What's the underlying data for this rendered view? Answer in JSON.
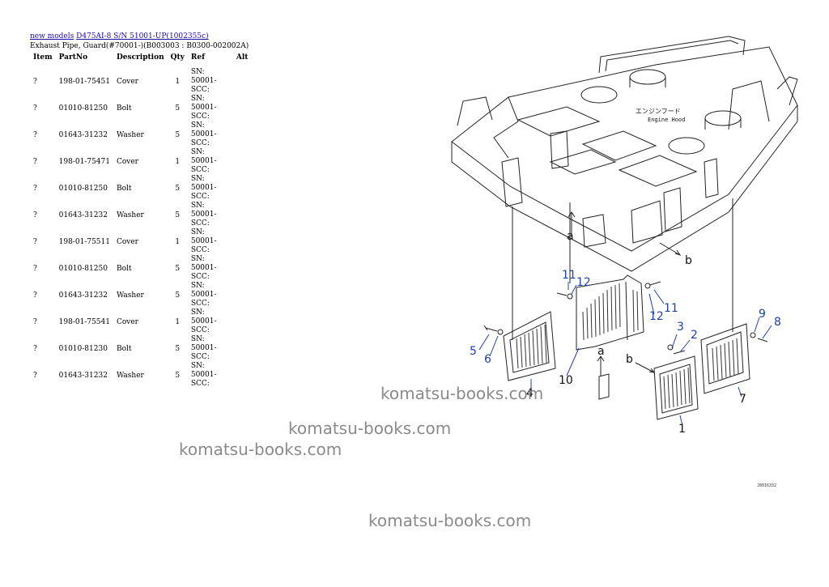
{
  "breadcrumb": {
    "models_link": "new models",
    "model_link": "D475AI-8 S/N 51001-UP(1002355c)"
  },
  "subtitle": "Exhaust Pipe, Guard(#70001-)(B003003 : B0300-002002A)",
  "table": {
    "headers": [
      "Item",
      "PartNo",
      "Description",
      "Qty",
      "Ref",
      "Alt"
    ],
    "rows": [
      {
        "item": "?",
        "part": "198-01-75451",
        "desc": "Cover",
        "qty": "1",
        "ref": "SN: 50001-SCC:"
      },
      {
        "item": "?",
        "part": "01010-81250",
        "desc": "Bolt",
        "qty": "5",
        "ref": "SN: 50001-SCC:"
      },
      {
        "item": "?",
        "part": "01643-31232",
        "desc": "Washer",
        "qty": "5",
        "ref": "SN: 50001-SCC:"
      },
      {
        "item": "?",
        "part": "198-01-75471",
        "desc": "Cover",
        "qty": "1",
        "ref": "SN: 50001-SCC:"
      },
      {
        "item": "?",
        "part": "01010-81250",
        "desc": "Bolt",
        "qty": "5",
        "ref": "SN: 50001-SCC:"
      },
      {
        "item": "?",
        "part": "01643-31232",
        "desc": "Washer",
        "qty": "5",
        "ref": "SN: 50001-SCC:"
      },
      {
        "item": "?",
        "part": "198-01-75511",
        "desc": "Cover",
        "qty": "1",
        "ref": "SN: 50001-SCC:"
      },
      {
        "item": "?",
        "part": "01010-81250",
        "desc": "Bolt",
        "qty": "5",
        "ref": "SN: 50001-SCC:"
      },
      {
        "item": "?",
        "part": "01643-31232",
        "desc": "Washer",
        "qty": "5",
        "ref": "SN: 50001-SCC:"
      },
      {
        "item": "?",
        "part": "198-01-75541",
        "desc": "Cover",
        "qty": "1",
        "ref": "SN: 50001-SCC:"
      },
      {
        "item": "?",
        "part": "01010-81230",
        "desc": "Bolt",
        "qty": "5",
        "ref": "SN: 50001-SCC:"
      },
      {
        "item": "?",
        "part": "01643-31232",
        "desc": "Washer",
        "qty": "5",
        "ref": "SN: 50001-SCC:"
      }
    ]
  },
  "diagram": {
    "hood_jp": "エンジンフード",
    "hood_en": "Engine Hood",
    "callouts": {
      "n1": "1",
      "n2": "2",
      "n3": "3",
      "n4": "4",
      "n5": "5",
      "n6": "6",
      "n7": "7",
      "n8": "8",
      "n9": "9",
      "n10": "10",
      "n11a": "11",
      "n11b": "11",
      "n12a": "12",
      "n12b": "12",
      "a1": "a",
      "a2": "a",
      "b1": "b",
      "b2": "b"
    },
    "code": "J8016332",
    "callout_color": "#1f3fa8"
  },
  "watermarks": [
    "komatsu-books.com",
    "komatsu-books.com",
    "komatsu-books.com",
    "komatsu-books.com"
  ]
}
